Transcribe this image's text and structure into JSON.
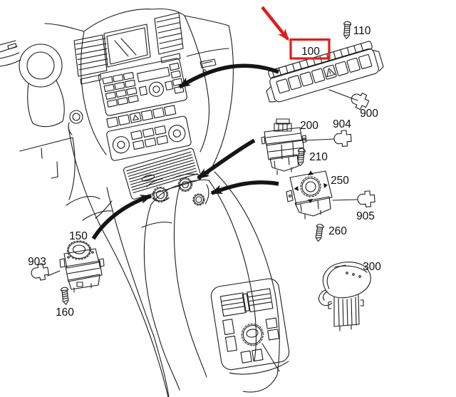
{
  "figure": {
    "kind": "exploded-parts-line-diagram",
    "subject": "Vehicle dashboard and center console switch panel parts",
    "background_color": "#ffffff",
    "line_color": "#1c1c1c",
    "callout_arrow_color": "#151515",
    "highlight_color": "#dc1f1b"
  },
  "highlight": {
    "part_label": "100",
    "style": "red rectangle around label with red pointer arrow"
  },
  "parts": [
    {
      "label": "100",
      "component": "switch-panel-strip",
      "highlighted": true
    },
    {
      "label": "110",
      "component": "screw"
    },
    {
      "label": "900",
      "component": "connector-plug"
    },
    {
      "label": "200",
      "component": "switch-module"
    },
    {
      "label": "904",
      "component": "connector-plug"
    },
    {
      "label": "210",
      "component": "screw"
    },
    {
      "label": "250",
      "component": "rotary-control-switch"
    },
    {
      "label": "905",
      "component": "connector-plug"
    },
    {
      "label": "260",
      "component": "screw"
    },
    {
      "label": "150",
      "component": "rotary-switch-module"
    },
    {
      "label": "903",
      "component": "connector-plug"
    },
    {
      "label": "160",
      "component": "screw"
    },
    {
      "label": "300",
      "component": "selector-lever-cover"
    }
  ]
}
